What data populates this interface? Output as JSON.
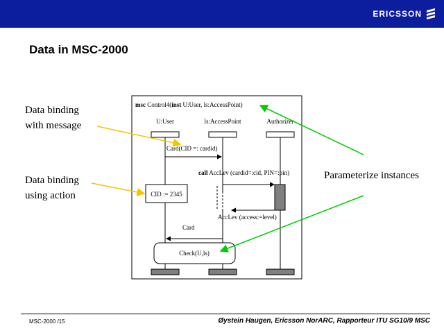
{
  "header": {
    "logo_text": "ERICSSON",
    "logo_icon": "ericsson-stripes-icon",
    "bar_color": "#0c1d9e"
  },
  "slide": {
    "title": "Data in MSC-2000"
  },
  "callouts": {
    "binding_message_line1": "Data binding",
    "binding_message_line2": "with message",
    "binding_action_line1": "Data binding",
    "binding_action_line2": "using action",
    "parameterize": "Parameterize instances"
  },
  "msc": {
    "kw_msc": "msc",
    "name": "Control4(",
    "kw_inst": "inst",
    "params": "U:User, ls:AccessPoint)",
    "instances": [
      "U:User",
      "ls:AccessPoint",
      "Authorizer"
    ],
    "msg_card_cid": "Card(CID =: cardid)",
    "kw_call": "call",
    "call_text": "AccLev (cardid=:cid, PIN=:pin)",
    "action": "CID := 2345",
    "reply": "AccLev (access:=level)",
    "msg_card": "Card",
    "reference": "Check(U,ls)"
  },
  "colors": {
    "yellow_arrow": "#f5c400",
    "green_arrow": "#00cc00",
    "action_fill": "#808080"
  },
  "footer": {
    "left": "MSC-2000 /15",
    "right": "Øystein Haugen, Ericsson NorARC, Rapporteur ITU SG10/9 MSC"
  }
}
